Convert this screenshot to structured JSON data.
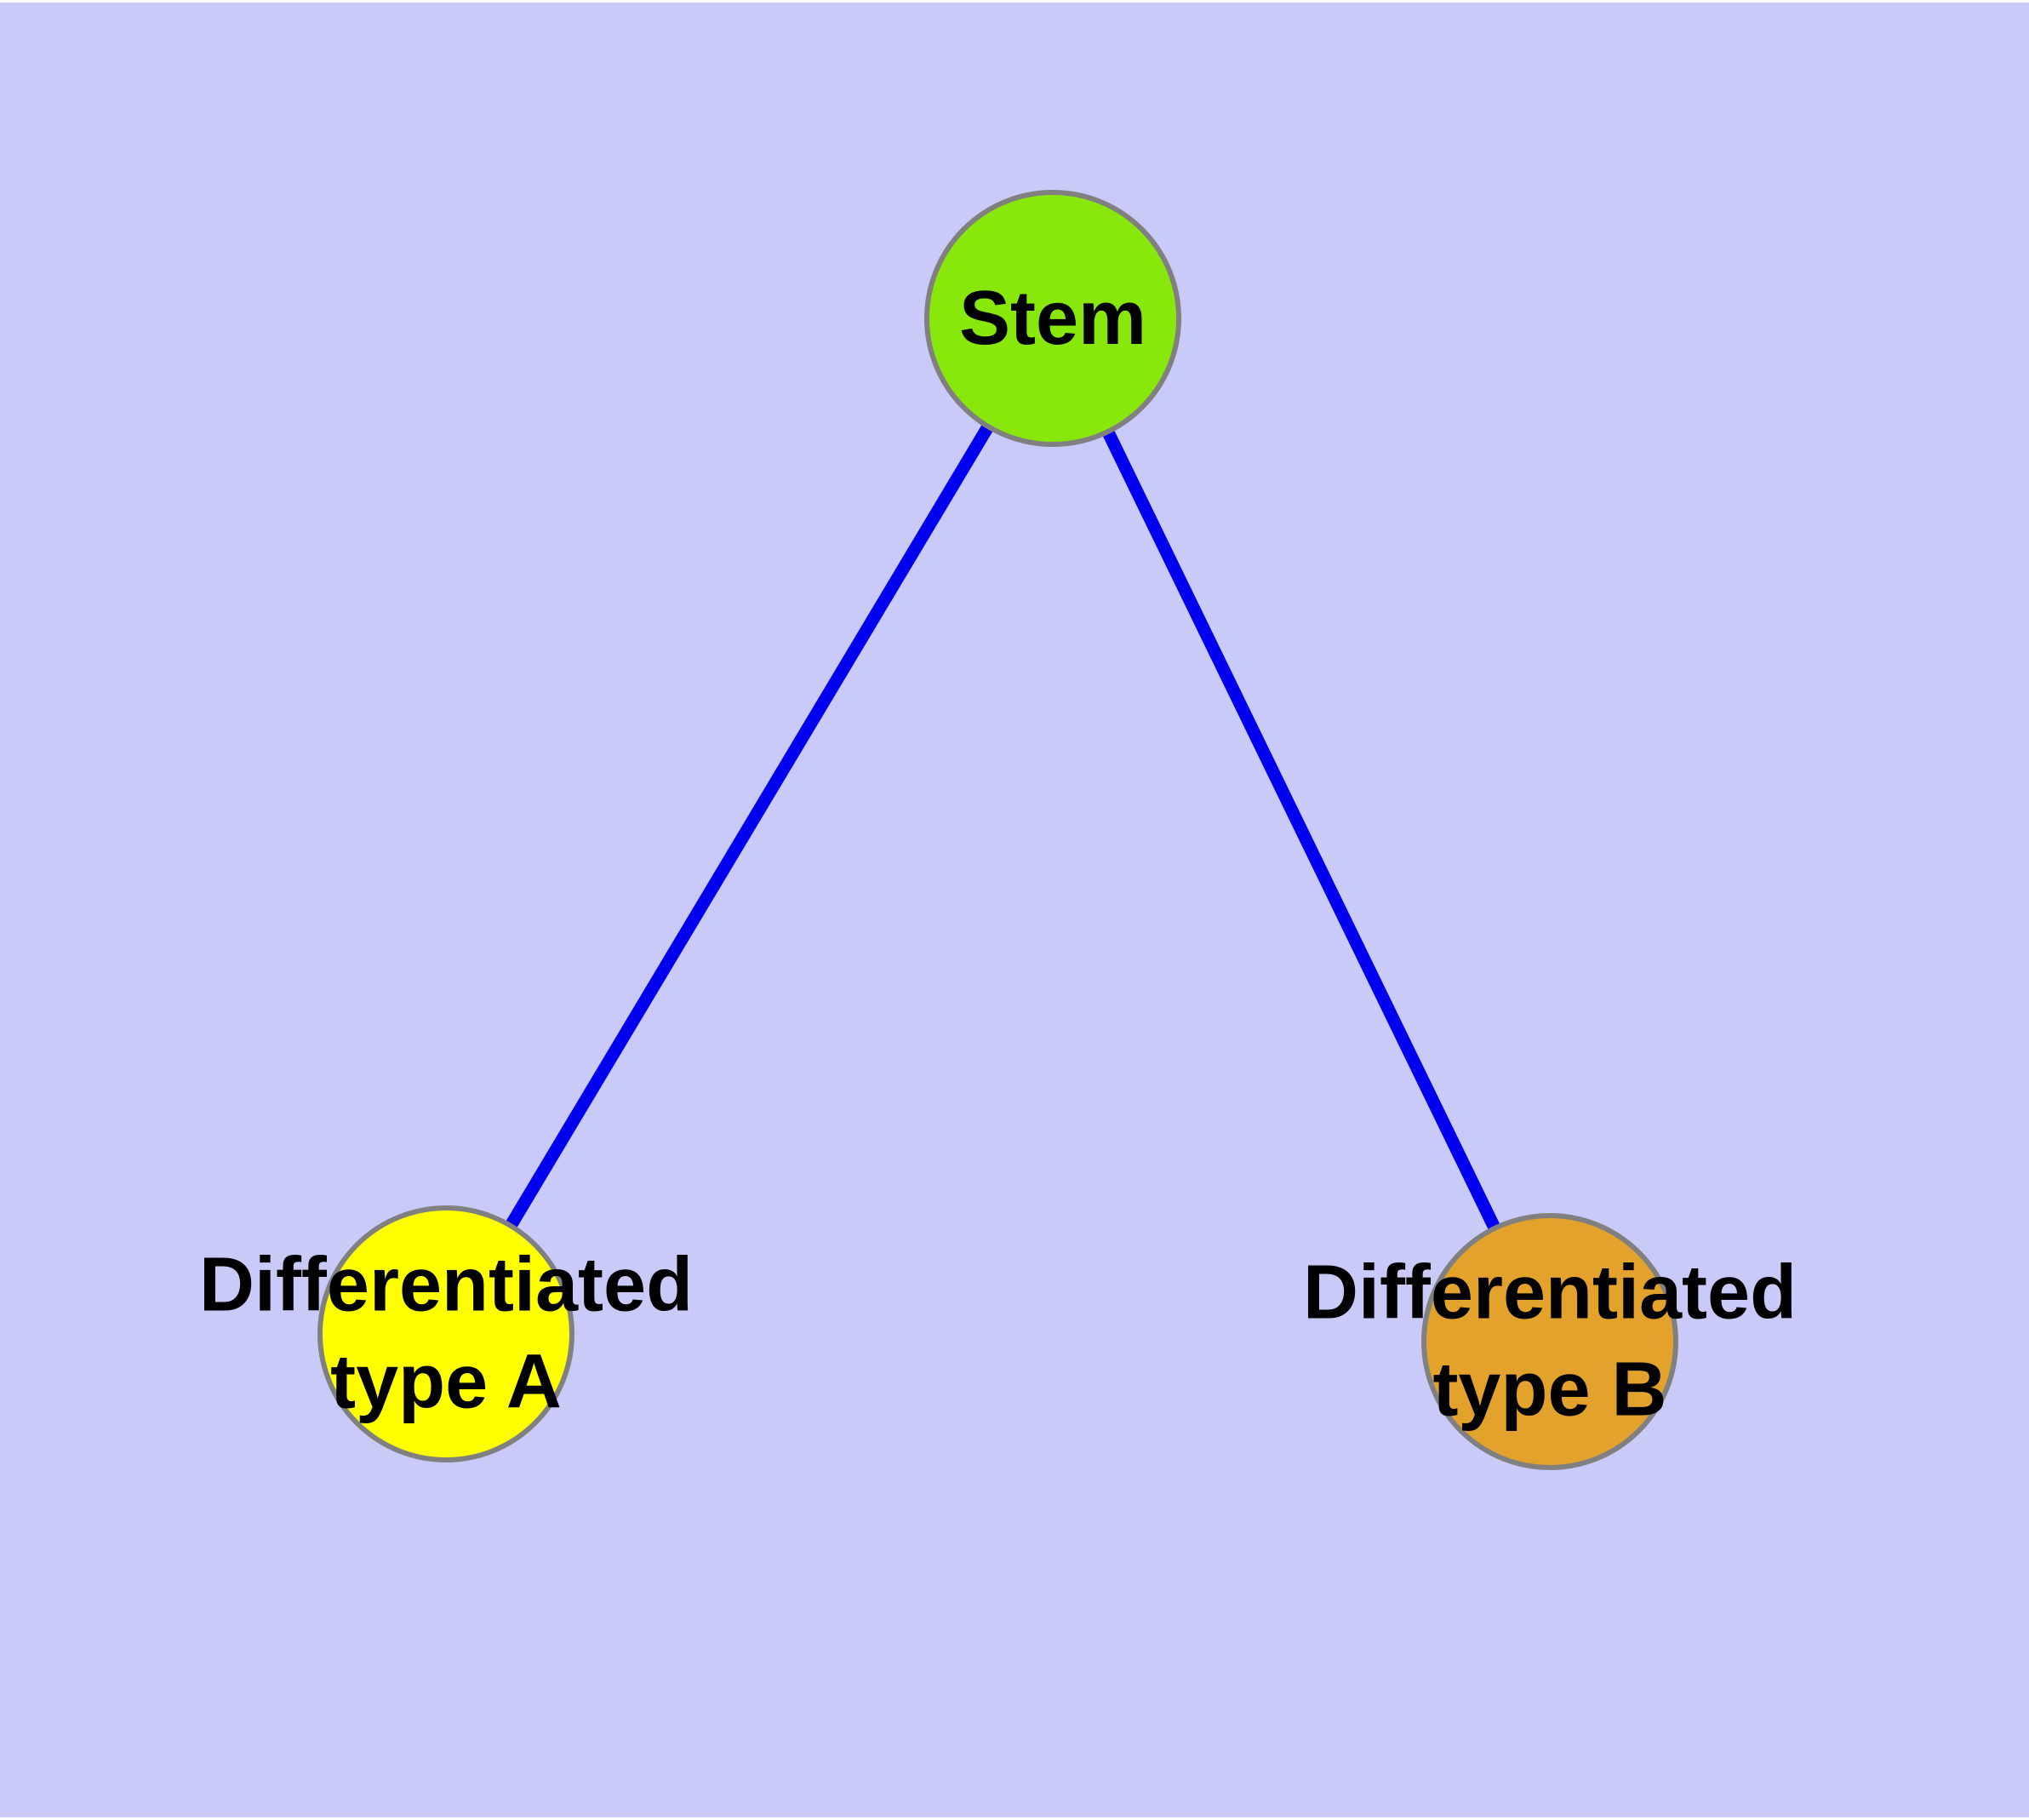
{
  "diagram": {
    "type": "node-link-graph",
    "background_color": "#CACAF9",
    "edge_color": "#0000EE",
    "node_border_color": "#808080",
    "label_color": "#000000",
    "nodes": {
      "stem": {
        "label": "Stem",
        "fill": "#89E80B"
      },
      "type_a": {
        "label": "Differentiated\ntype A",
        "fill": "#FFFF00"
      },
      "type_b": {
        "label": "Differentiated\ntype B",
        "fill": "#E2A22B"
      }
    },
    "edges": [
      {
        "from": "Stem",
        "to": "Differentiated type A"
      },
      {
        "from": "Stem",
        "to": "Differentiated type B"
      }
    ]
  }
}
